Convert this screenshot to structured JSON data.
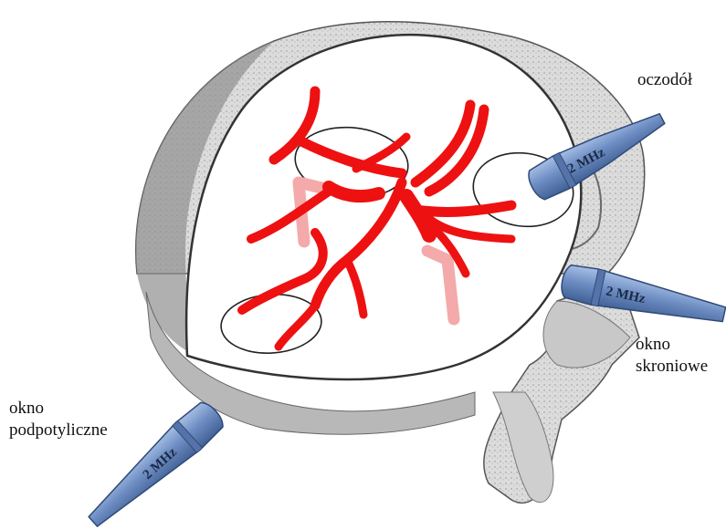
{
  "labels": {
    "orbit": "oczodół",
    "temporal_line1": "okno",
    "temporal_line2": "skroniowe",
    "suboccipital_line1": "okno",
    "suboccipital_line2": "podpotyliczne"
  },
  "probes": {
    "orbit": "2 MHz",
    "temporal": "2 MHz",
    "suboccipital": "2 MHz"
  },
  "colors": {
    "artery": "#ee1111",
    "artery_light": "#f4aaaa",
    "probe_fill": "#6f8fc4",
    "probe_edge": "#2f4a78",
    "bone": "#d8d8d8",
    "bone_dark": "#8a8a8a",
    "cut_surface": "#ffffff"
  }
}
